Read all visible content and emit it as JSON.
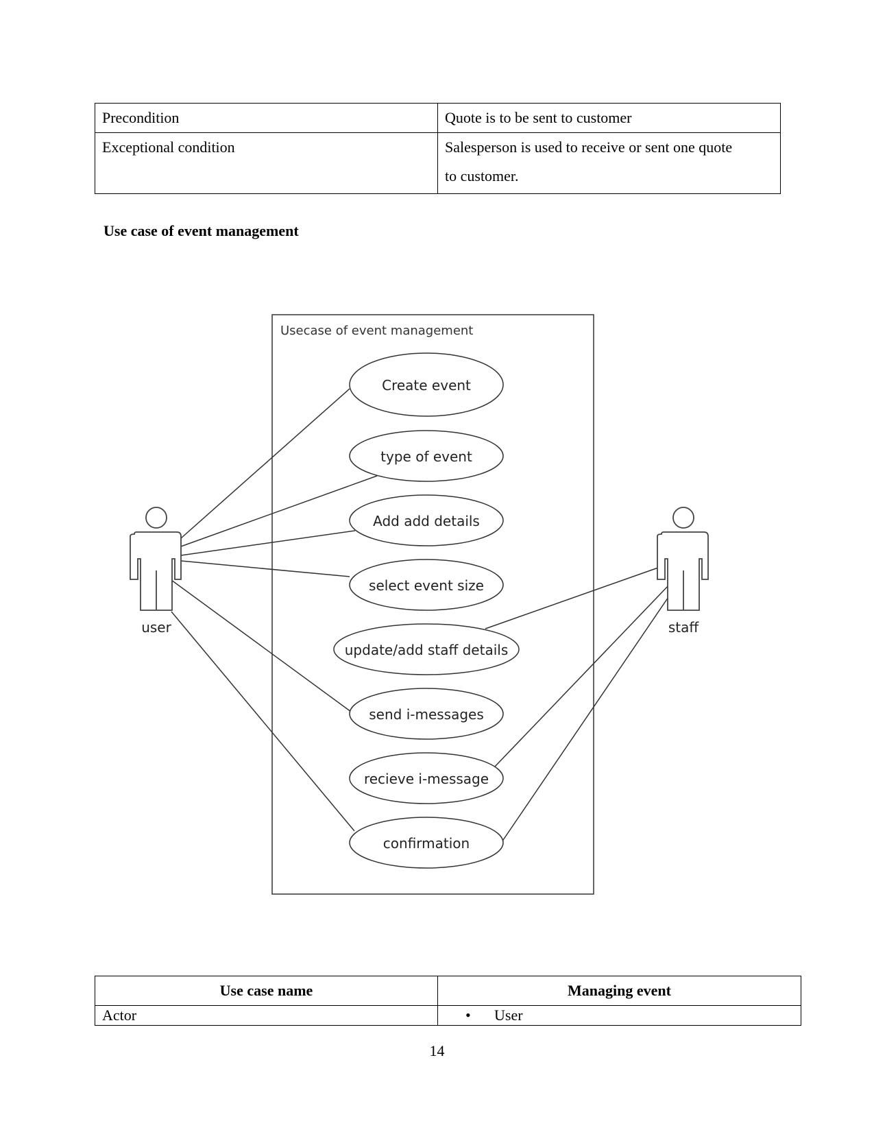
{
  "top_table": {
    "rows": [
      {
        "label": "Precondition",
        "value": "Quote is to be sent to customer"
      },
      {
        "label": "Exceptional condition",
        "value_line1": "Salesperson is used to receive or sent one quote",
        "value_line2": "to customer."
      }
    ]
  },
  "section_heading": "Use case of event management",
  "diagram": {
    "system_title": "Usecase of event management",
    "actors": {
      "left": "user",
      "right": "staff"
    },
    "use_cases": [
      "Create event",
      "type of event",
      "Add add details",
      "select event size",
      "update/add staff details",
      "send i-messages",
      "recieve i-message",
      "confirmation"
    ]
  },
  "bottom_table": {
    "header": {
      "left": "Use case name",
      "right": "Managing event"
    },
    "rows": [
      {
        "label": "Actor",
        "bullet": "•",
        "value": "User"
      }
    ]
  },
  "page_number": "14"
}
